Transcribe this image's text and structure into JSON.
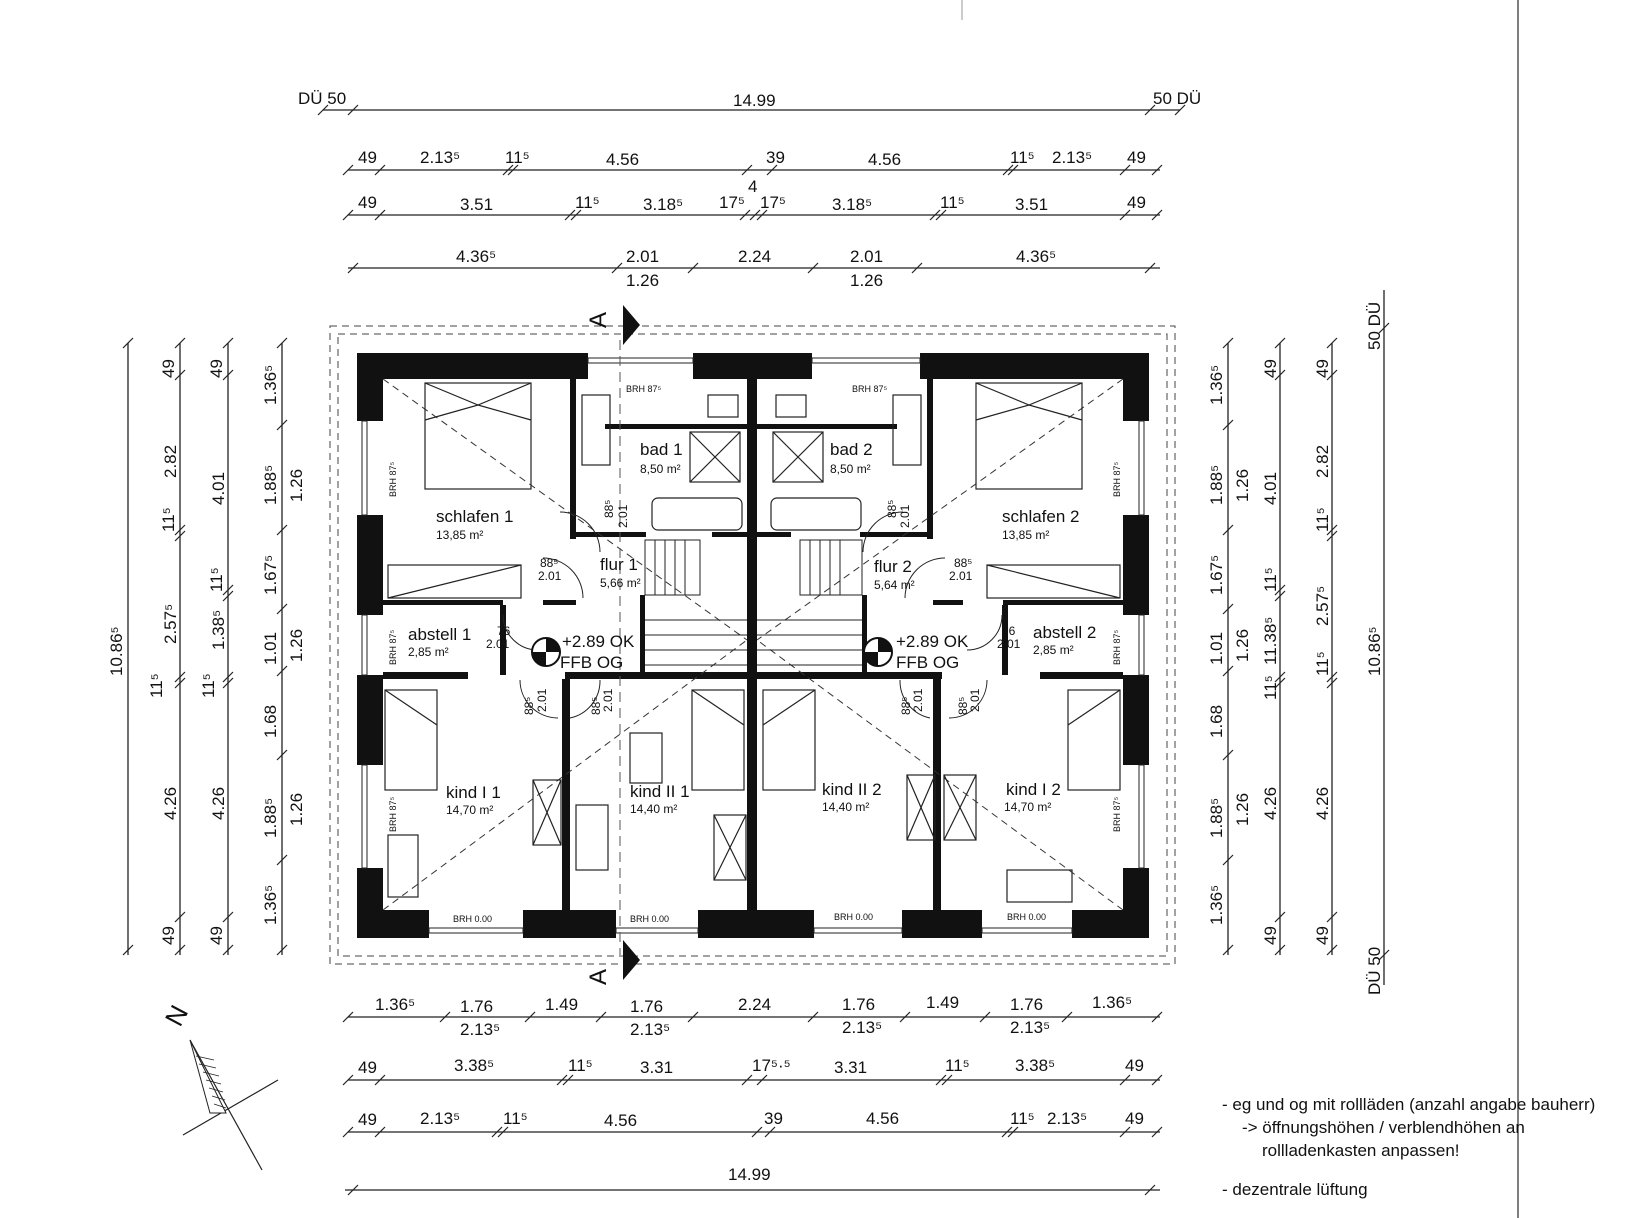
{
  "dims": {
    "top_overhang": [
      "DÜ 50",
      "14.99",
      "50 DÜ"
    ],
    "top_row1": [
      "49",
      "2.13⁵",
      "11⁵",
      "4.56",
      "39",
      "4.56",
      "11⁵",
      "2.13⁵",
      "49"
    ],
    "top_row2": [
      "49",
      "3.51",
      "11⁵",
      "3.18⁵",
      "17⁵",
      "4",
      "17⁵",
      "3.18⁵",
      "11⁵",
      "3.51",
      "49"
    ],
    "top_row3": [
      "4.36⁵",
      "2.01",
      "1.26",
      "2.24",
      "2.01",
      "1.26",
      "4.36⁵"
    ],
    "bottom_row1": [
      "1.36⁵",
      "1.76",
      "2.13⁵",
      "1.49",
      "1.76",
      "2.13⁵",
      "2.24",
      "1.76",
      "2.13⁵",
      "1.49",
      "1.76",
      "2.13⁵",
      "1.36⁵"
    ],
    "bottom_row2": [
      "49",
      "3.38⁵",
      "11⁵",
      "3.31",
      "17⁵·⁵",
      "3.31",
      "11⁵",
      "3.38⁵",
      "49"
    ],
    "bottom_row3": [
      "49",
      "2.13⁵",
      "11⁵",
      "4.56",
      "39",
      "4.56",
      "11⁵",
      "2.13⁵",
      "49"
    ],
    "bottom_total": "14.99",
    "left_total": "10.86⁵",
    "left_col1": [
      "49",
      "2.82",
      "11⁵",
      "2.57⁵",
      "11⁵",
      "4.26",
      "49"
    ],
    "left_col2": [
      "49",
      "4.01",
      "11⁵",
      "1.38⁵",
      "11⁵",
      "4.26",
      "49"
    ],
    "left_col3": [
      "1.36⁵",
      "1.88⁵",
      "1.67⁵",
      "1.01",
      "1.68",
      "1.88⁵",
      "1.36⁵"
    ],
    "left_col4": [
      "1.26",
      "1.26",
      "1.26"
    ],
    "right_col1": [
      "1.36⁵",
      "1.88⁵",
      "1.67⁵",
      "1.01",
      "1.68",
      "1.88⁵",
      "1.36⁵"
    ],
    "right_col2": [
      "1.26",
      "1.26",
      "1.26"
    ],
    "right_col3": [
      "49",
      "4.01",
      "11⁵",
      "11.38⁵",
      "11⁵",
      "4.26",
      "49"
    ],
    "right_col4": [
      "49",
      "2.82",
      "11⁵",
      "2.57⁵",
      "11⁵",
      "4.26",
      "49"
    ],
    "right_total": "10.86⁵",
    "right_overhang": [
      "50 DÜ",
      "DÜ 50"
    ]
  },
  "section_marker": "A",
  "north": "N",
  "level": {
    "height": "+2.89 OK",
    "floor": "FFB OG"
  },
  "rooms": [
    {
      "name": "schlafen 1",
      "area": "13,85 m²"
    },
    {
      "name": "bad 1",
      "area": "8,50 m²"
    },
    {
      "name": "flur 1",
      "area": "5,66 m²"
    },
    {
      "name": "abstell 1",
      "area": "2,85 m²"
    },
    {
      "name": "kind I 1",
      "area": "14,70 m²"
    },
    {
      "name": "kind II 1",
      "area": "14,40 m²"
    },
    {
      "name": "bad 2",
      "area": "8,50 m²"
    },
    {
      "name": "schlafen 2",
      "area": "13,85 m²"
    },
    {
      "name": "flur 2",
      "area": "5,64 m²"
    },
    {
      "name": "abstell 2",
      "area": "2,85 m²"
    },
    {
      "name": "kind II 2",
      "area": "14,40 m²"
    },
    {
      "name": "kind I 2",
      "area": "14,70 m²"
    }
  ],
  "brh": {
    "bath": "BRH 87⁵",
    "side": "BRH 87⁵",
    "floor": "BRH 0.00"
  },
  "doors": {
    "d1": "88⁵",
    "d1h": "2.01",
    "d2": "76",
    "d2h": "2.01"
  },
  "notes": [
    "- eg und og mit rollläden (anzahl angabe bauherr)",
    "-> öffnungshöhen / verblendhöhen an",
    "rollladenkasten anpassen!",
    "- dezentrale lüftung"
  ]
}
